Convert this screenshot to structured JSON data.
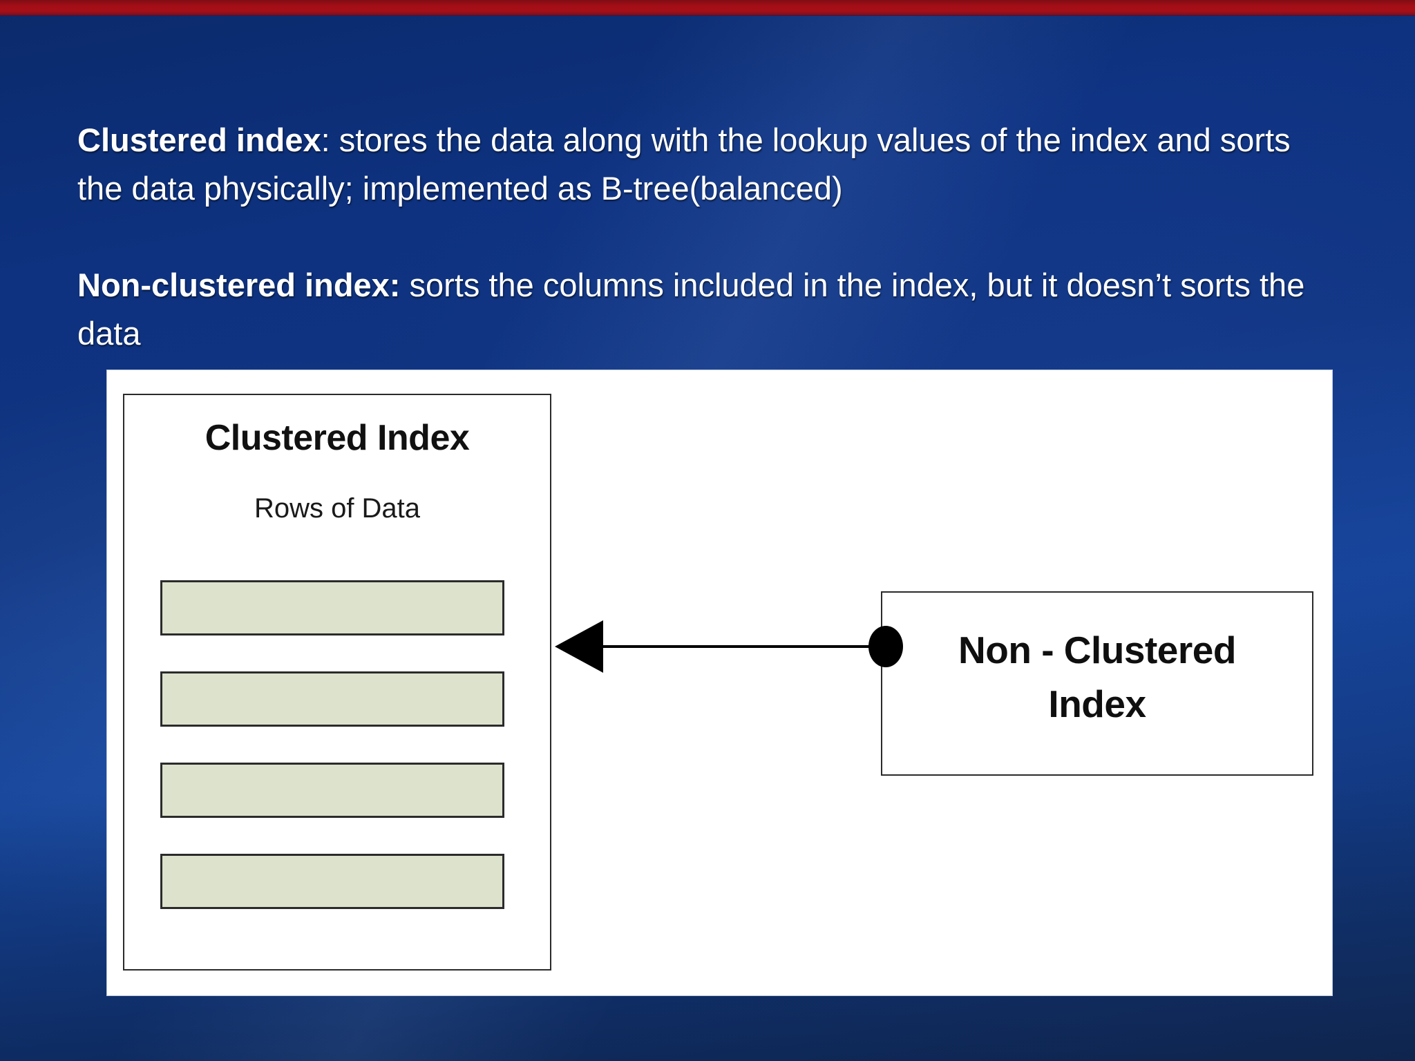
{
  "slide": {
    "background_color": "#123280",
    "accent_bar_color": "#a40e16"
  },
  "body_text": {
    "paragraph1": {
      "lead": "Clustered index",
      "rest": ": stores the data along with the lookup values of the index and sorts the data physically; implemented as  B-tree(balanced)"
    },
    "paragraph2": {
      "lead": "Non-clustered index:",
      "rest": " sorts the columns included in the index, but it doesn’t sorts the data"
    }
  },
  "diagram": {
    "clustered": {
      "title": "Clustered Index",
      "subtitle": "Rows of Data",
      "row_fill_color": "#dde2cd",
      "rows": [
        "",
        "",
        "",
        ""
      ]
    },
    "nonclustered": {
      "title_line1": "Non - Clustered",
      "title_line2": "Index"
    },
    "connector": {
      "direction": "right-to-left",
      "arrowhead": "left-triangle",
      "endpoint": "filled-circle",
      "color": "#000000"
    }
  }
}
